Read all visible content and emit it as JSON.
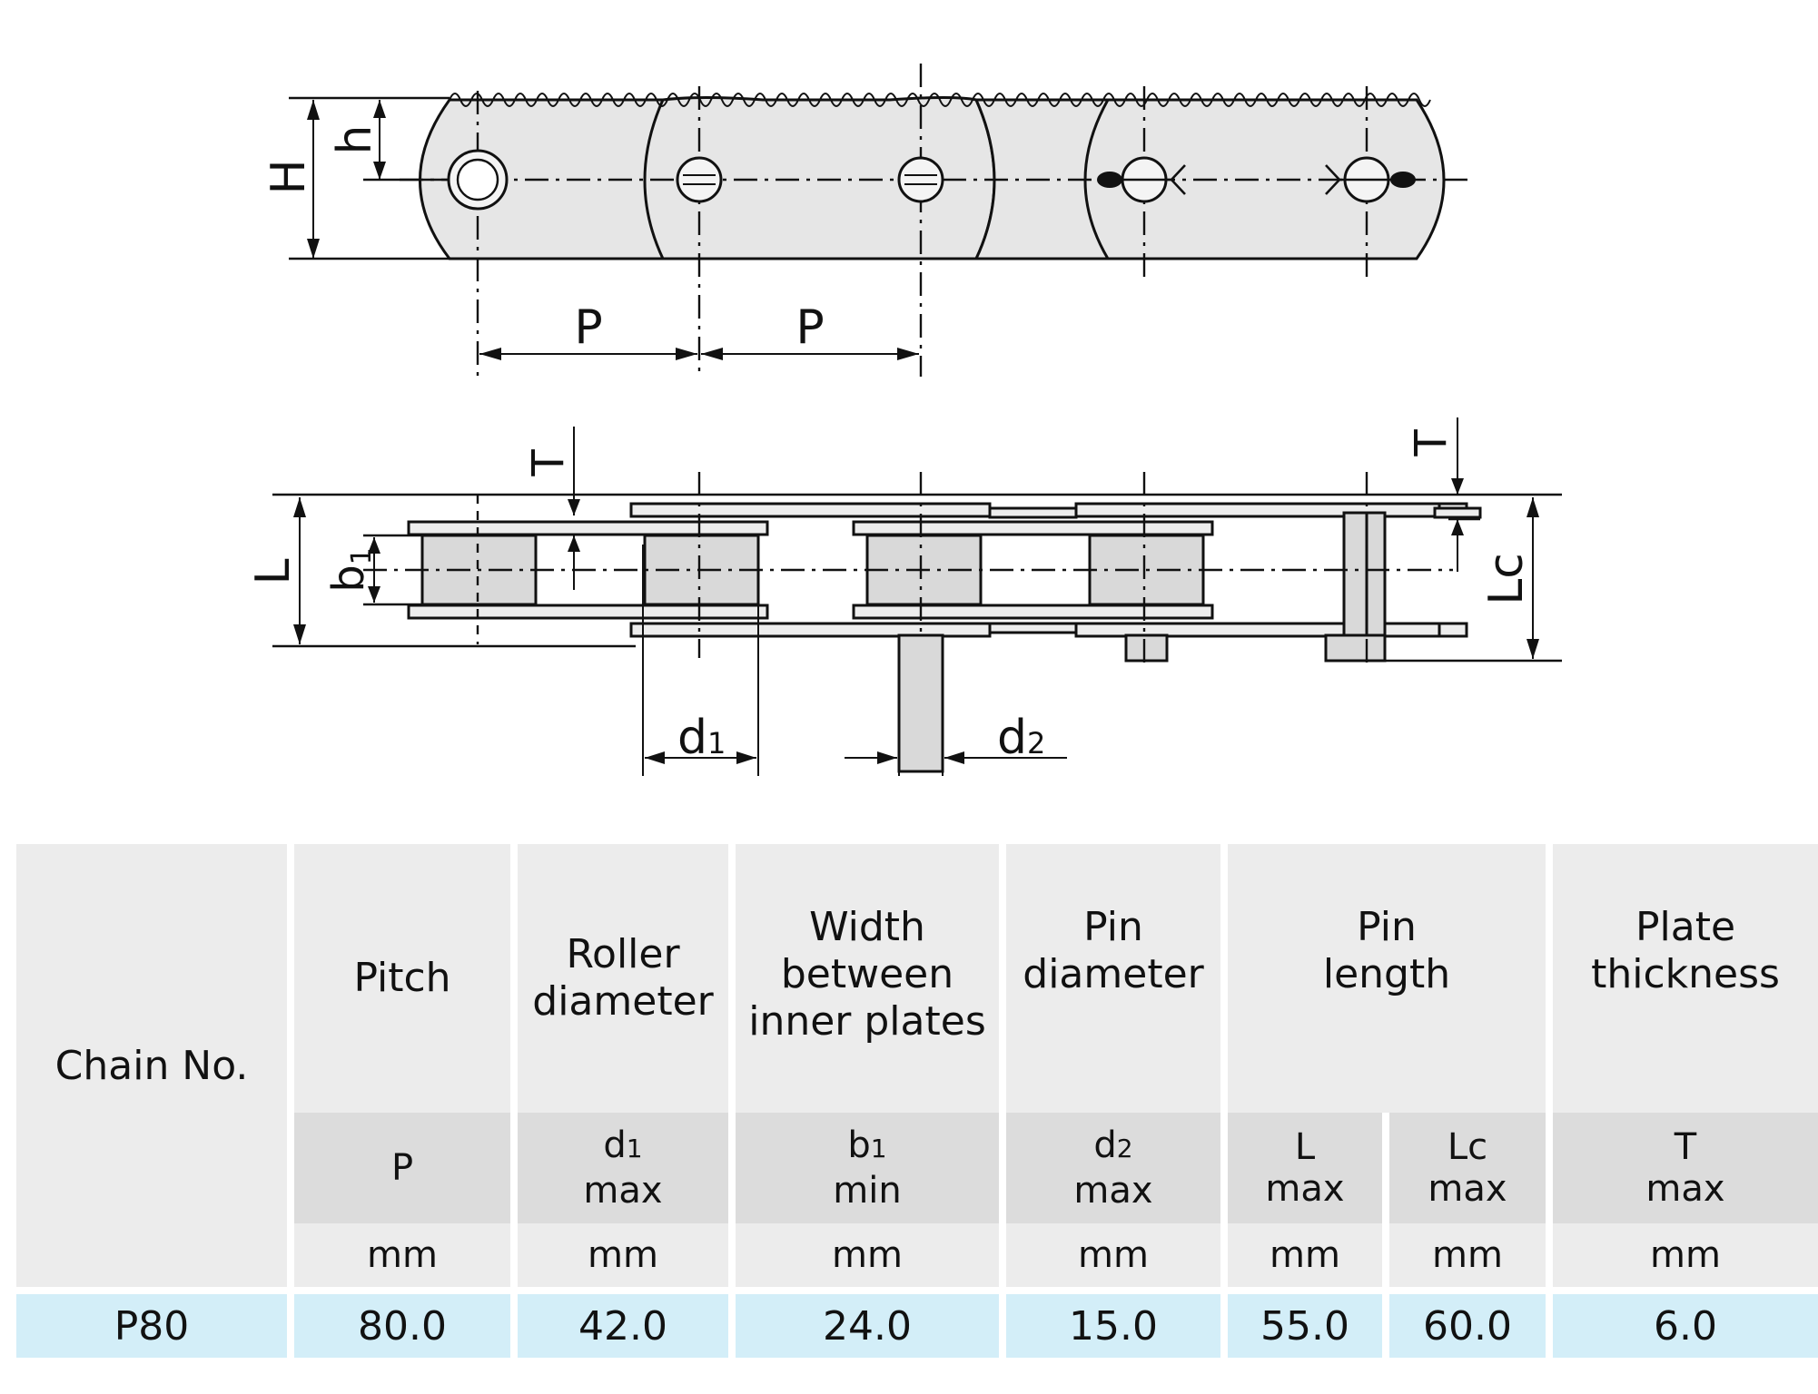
{
  "diagram": {
    "top_view_labels": {
      "H": "H",
      "h": "h",
      "P_left": "P",
      "P_right": "P"
    },
    "side_view_labels": {
      "T_left": "T",
      "T_right": "T",
      "L": "L",
      "b1": "b",
      "b1_sub": "1",
      "Lc": "Lc",
      "d1": "d",
      "d1_sub": "1",
      "d2": "d",
      "d2_sub": "2"
    }
  },
  "table": {
    "chain_no_header": "Chain No.",
    "columns": [
      {
        "label_lines": [
          "Pitch"
        ],
        "symbol": "P",
        "symbol_sub": "",
        "limit": "",
        "unit": "mm"
      },
      {
        "label_lines": [
          "Roller",
          "diameter"
        ],
        "symbol": "d",
        "symbol_sub": "1",
        "limit": "max",
        "unit": "mm"
      },
      {
        "label_lines": [
          "Width",
          "between",
          "inner plates"
        ],
        "symbol": "b",
        "symbol_sub": "1",
        "limit": "min",
        "unit": "mm"
      },
      {
        "label_lines": [
          "Pin",
          "diameter"
        ],
        "symbol": "d",
        "symbol_sub": "2",
        "limit": "max",
        "unit": "mm"
      },
      {
        "label_lines": [
          "Pin",
          "length"
        ],
        "sub_columns": [
          {
            "symbol": "L",
            "symbol_sub": "",
            "limit": "max",
            "unit": "mm"
          },
          {
            "symbol": "Lc",
            "symbol_sub": "",
            "limit": "max",
            "unit": "mm"
          }
        ]
      },
      {
        "label_lines": [
          "Plate",
          "thickness"
        ],
        "symbol": "T",
        "symbol_sub": "",
        "limit": "max",
        "unit": "mm"
      }
    ],
    "rows": [
      {
        "chain_no": "P80",
        "values": [
          "80.0",
          "42.0",
          "24.0",
          "15.0",
          "55.0",
          "60.0",
          "6.0"
        ]
      }
    ]
  }
}
